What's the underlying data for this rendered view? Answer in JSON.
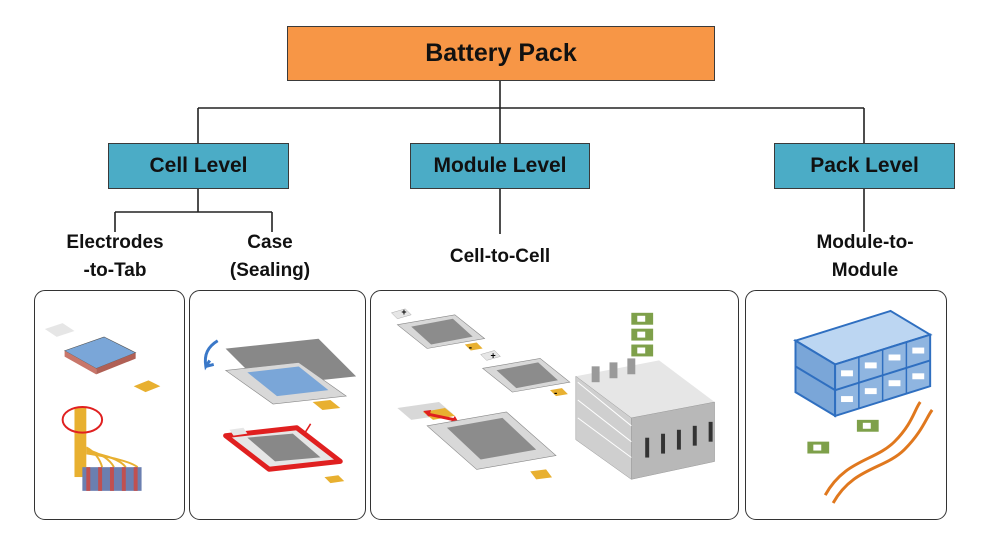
{
  "root": {
    "label": "Battery Pack"
  },
  "levels": {
    "cell": "Cell Level",
    "module": "Module Level",
    "pack": "Pack Level"
  },
  "joints": {
    "electrodes_to_tab": "Electrodes\n-to-Tab",
    "case_sealing": "Case\n(Sealing)",
    "cell_to_cell": "Cell-to-Cell",
    "module_to_module": "Module-to-\nModule"
  },
  "colors": {
    "root_fill": "#f79646",
    "level_fill": "#4bacc6",
    "laser_path": "#e02020",
    "electrode_blue": "#7aa6d8",
    "tab_gold": "#e8b030",
    "spacer_green": "#7ea04a",
    "busbar_orange": "#e0781e"
  },
  "cell_to_cell_polarity": [
    "+",
    "-",
    "+",
    "-"
  ]
}
